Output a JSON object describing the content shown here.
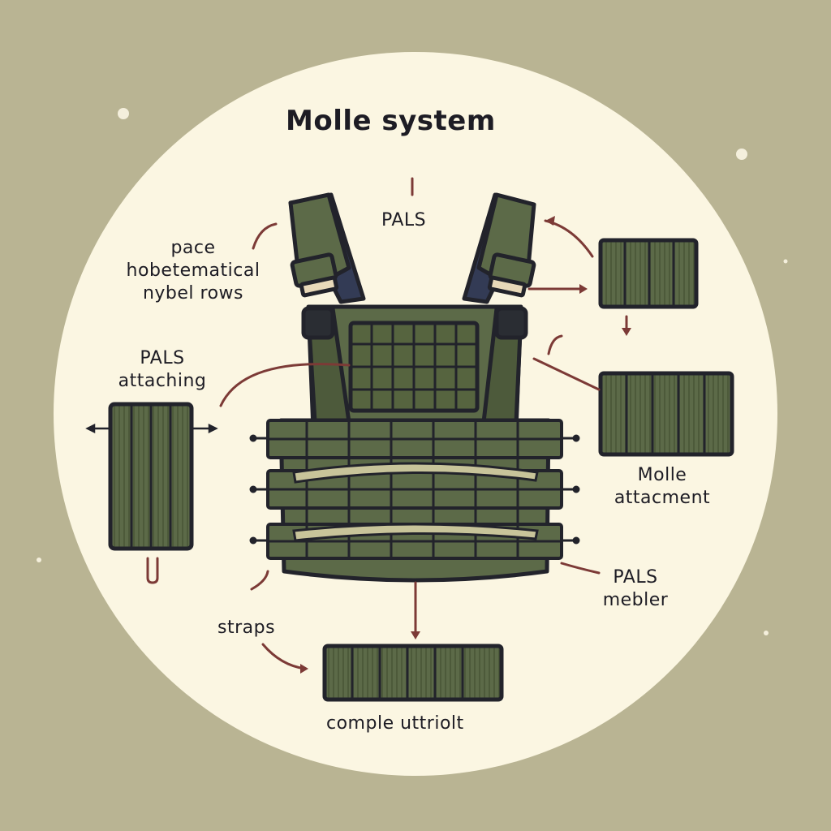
{
  "title": "Molle system",
  "labels": {
    "pals_top": "PALS",
    "webbing_rows": [
      "pace",
      "hobetematical",
      "nybel rows"
    ],
    "pals_attaching": [
      "PALS",
      "attaching"
    ],
    "molle_attachment": [
      "Molle",
      "attacment"
    ],
    "pals_member": [
      "PALS",
      "mebler"
    ],
    "straps": "straps",
    "complete_utility": "comple uttriolt"
  },
  "colors": {
    "background": "#b9b493",
    "circle": "#fbf6e2",
    "olive": "#5c6a48",
    "olive_dark": "#4d5a3b",
    "outline": "#22232b",
    "strap_navy": "#333b55",
    "arrow": "#7c3a36",
    "tan": "#e8d9b9"
  },
  "icons": [
    "plate-carrier-vest-icon",
    "molle-pouch-icon",
    "arrow-icon"
  ]
}
